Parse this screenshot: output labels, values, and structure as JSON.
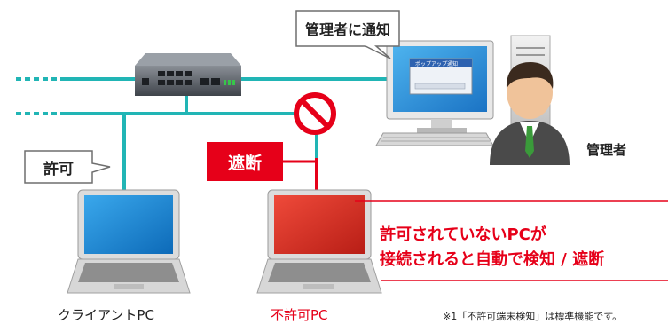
{
  "callouts": {
    "notify_admin": "管理者に通知",
    "allow": "許可",
    "block": "遮断"
  },
  "labels": {
    "admin": "管理者",
    "client_pc": "クライアントPC",
    "unauthorized_pc": "不許可PC"
  },
  "monitor_popup": {
    "title": "ポップアップ通知"
  },
  "message": {
    "line1": "許可されていないPCが",
    "line2": "接続されると自動で検知 / 遮断"
  },
  "footnote": "※1「不許可端末検知」は標準機能です。",
  "colors": {
    "network_line": "#21b5b5",
    "alert_red": "#e60019",
    "client_screen": "#1f8fd8",
    "unauthorized_screen": "#d92a22",
    "person_suit": "#4a4a4a",
    "person_tie": "#3a9a3a"
  }
}
